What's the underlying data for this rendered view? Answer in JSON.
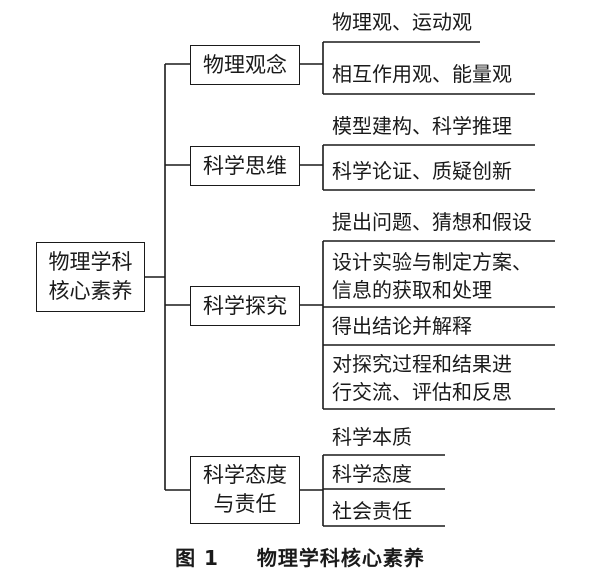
{
  "root": {
    "line1": "物理学科",
    "line2": "核心素养"
  },
  "categories": [
    {
      "label": "物理观念",
      "items": [
        "物理观、运动观",
        "相互作用观、能量观"
      ]
    },
    {
      "label": "科学思维",
      "items": [
        "模型建构、科学推理",
        "科学论证、质疑创新"
      ]
    },
    {
      "label": "科学探究",
      "items": [
        "提出问题、猜想和假设",
        [
          "设计实验与制定方案、",
          "信息的获取和处理"
        ],
        "得出结论并解释",
        [
          "对探究过程和结果进",
          "行交流、评估和反思"
        ]
      ]
    },
    {
      "label_lines": [
        "科学态度",
        "与责任"
      ],
      "items": [
        "科学本质",
        "科学态度",
        "社会责任"
      ]
    }
  ],
  "caption": {
    "figure": "图 1",
    "title": "物理学科核心素养"
  }
}
